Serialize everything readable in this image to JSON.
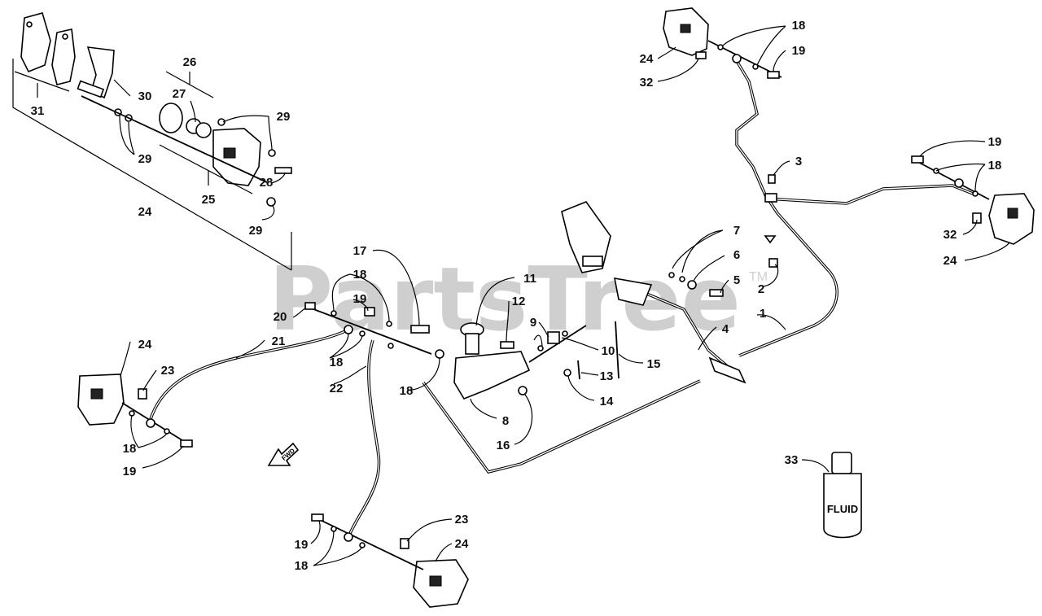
{
  "watermark": {
    "text": "PartsTree",
    "tm": "TM"
  },
  "fluid_label": "FLUID",
  "fwd_label": "FWD",
  "callouts": {
    "c31": "31",
    "c30": "30",
    "c26": "26",
    "c27": "27",
    "c29a": "29",
    "c29b": "29",
    "c29c": "29",
    "c28": "28",
    "c25": "25",
    "c24a": "24",
    "c17": "17",
    "c18a": "18",
    "c19a": "19",
    "c20": "20",
    "c21": "21",
    "c18b": "18",
    "c22": "22",
    "c18c": "18",
    "c24b": "24",
    "c23a": "23",
    "c18d": "18",
    "c19b": "19",
    "c11": "11",
    "c12": "12",
    "c9": "9",
    "c10": "10",
    "c15": "15",
    "c13": "13",
    "c14": "14",
    "c8": "8",
    "c16": "16",
    "c7": "7",
    "c6": "6",
    "c5": "5",
    "c2": "2",
    "c1": "1",
    "c4": "4",
    "c3": "3",
    "c18e": "18",
    "c19c": "19",
    "c24c": "24",
    "c32a": "32",
    "c19d": "19",
    "c18f": "18",
    "c32b": "32",
    "c24d": "24",
    "c23b": "23",
    "c24e": "24",
    "c19e": "19",
    "c18g": "18",
    "c33": "33"
  }
}
